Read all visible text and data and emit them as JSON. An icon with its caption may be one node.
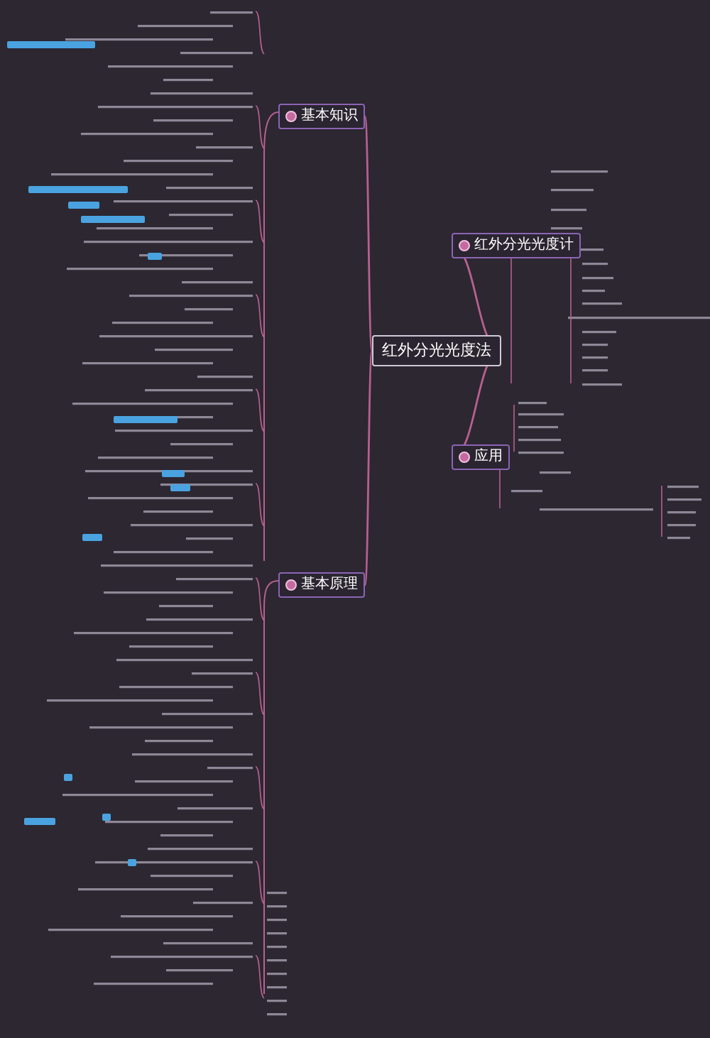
{
  "diagram": {
    "nodes": [
      {
        "text": [
          "红外分光光度法"
        ]
      },
      {
        "text": [
          "基本知识"
        ]
      },
      {
        "text": [
          "红外分光光度计"
        ]
      },
      {
        "text": [
          "应用"
        ]
      },
      {
        "text": [
          "基本原理"
        ]
      }
    ],
    "edges": [
      {
        "from": 0,
        "to": 1,
        "arrow": "none"
      },
      {
        "from": 0,
        "to": 2,
        "arrow": "none"
      },
      {
        "from": 0,
        "to": 3,
        "arrow": "none"
      },
      {
        "from": 0,
        "to": 4,
        "arrow": "none"
      }
    ]
  }
}
